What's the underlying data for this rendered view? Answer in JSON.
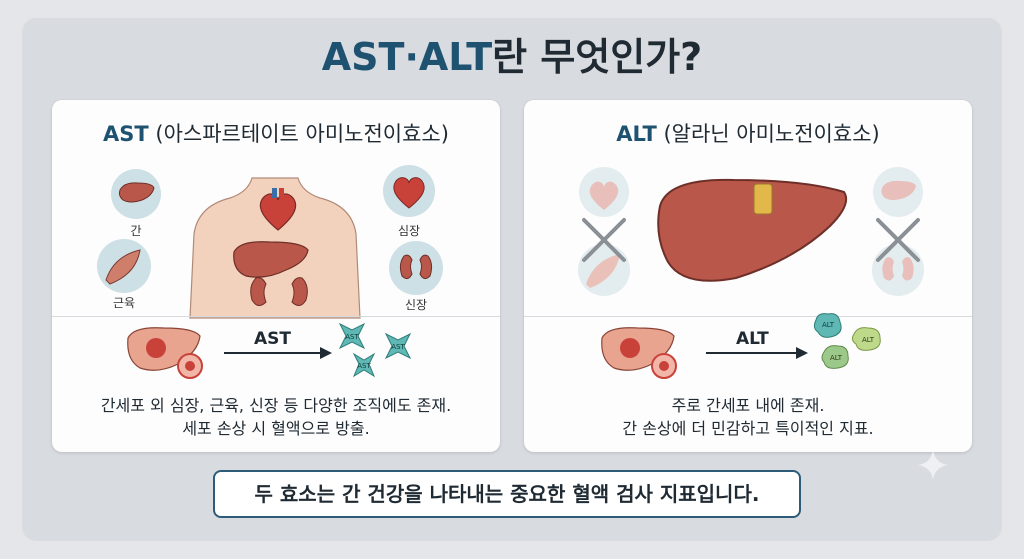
{
  "title": {
    "prefix": "AST·ALT",
    "suffix": "란 무엇인가?"
  },
  "ast": {
    "abbr": "AST",
    "name": " (아스파르테이트 아미노전이효소)",
    "labels": {
      "liver": "간",
      "muscle": "근육",
      "heart": "심장",
      "kidney": "신장"
    },
    "arrow_label": "AST",
    "enzyme_label": "AST",
    "desc_line1": "간세포 외 심장, 근육, 신장 등 다양한 조직에도 존재.",
    "desc_line2": "세포 손상 시 혈액으로 방출."
  },
  "alt": {
    "abbr": "ALT",
    "name": " (알라닌 아미노전이효소)",
    "arrow_label": "ALT",
    "enzyme_label": "ALT",
    "desc_line1": "주로 간세포 내에 존재.",
    "desc_line2": "간 손상에 더 민감하고 특이적인 지표."
  },
  "footer": "두 효소는 간 건강을 나타내는 중요한 혈액 검사 지표입니다.",
  "colors": {
    "navy": "#1e5270",
    "liver": "#b8574a",
    "skin": "#f3d2bd",
    "enzyme": "#5fb8b4",
    "alt_enzyme": "#9cc98a"
  }
}
